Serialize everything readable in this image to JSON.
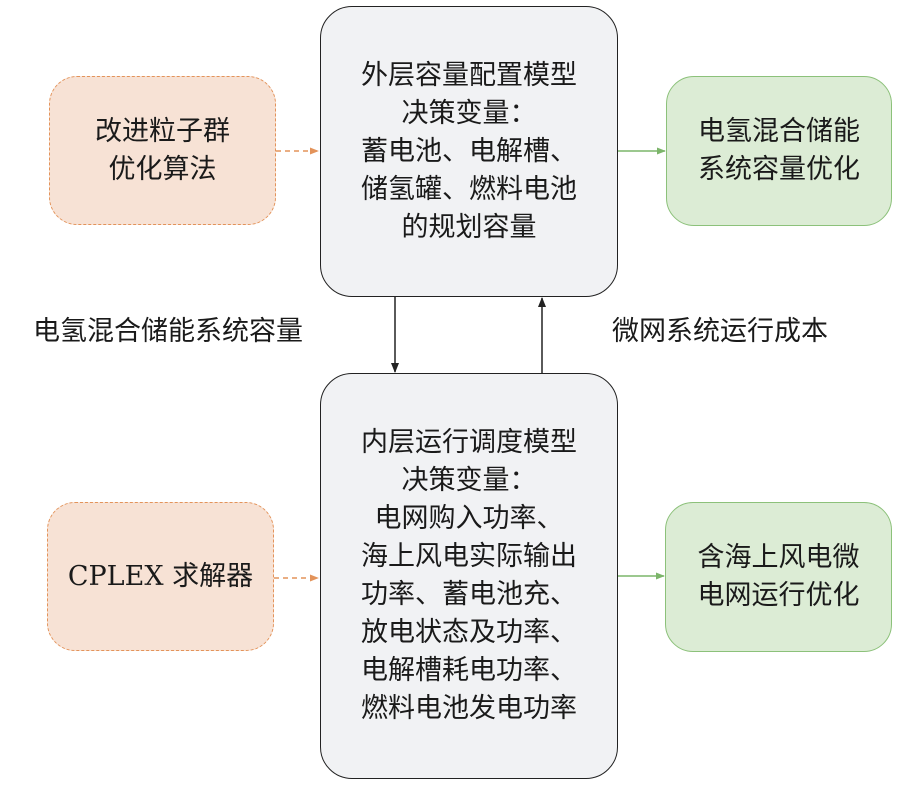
{
  "outer_model": {
    "lines": [
      "外层容量配置模型",
      "决策变量：",
      "蓄电池、电解槽、",
      "储氢罐、燃料电池",
      "的规划容量"
    ]
  },
  "outer_algorithm": {
    "lines": [
      "改进粒子群",
      "优化算法"
    ]
  },
  "outer_output": {
    "lines": [
      "电氢混合储能",
      "系统容量优化"
    ]
  },
  "inner_model": {
    "lines": [
      "内层运行调度模型",
      "决策变量：",
      "电网购入功率、",
      "海上风电实际输出",
      "功率、蓄电池充、",
      "放电状态及功率、",
      "电解槽耗电功率、",
      "燃料电池发电功率"
    ]
  },
  "inner_solver": {
    "text": "CPLEX 求解器"
  },
  "inner_output": {
    "lines": [
      "含海上风电微",
      "电网运行优化"
    ]
  },
  "link_down_label": "电氢混合储能系统容量",
  "link_up_label": "微网系统运行成本",
  "colors": {
    "box_gray_fill": "#f1f2f4",
    "algo_fill": "#f7e2d5",
    "algo_border": "#e3935a",
    "output_fill": "#dcecd5",
    "output_border": "#8cc17a"
  }
}
